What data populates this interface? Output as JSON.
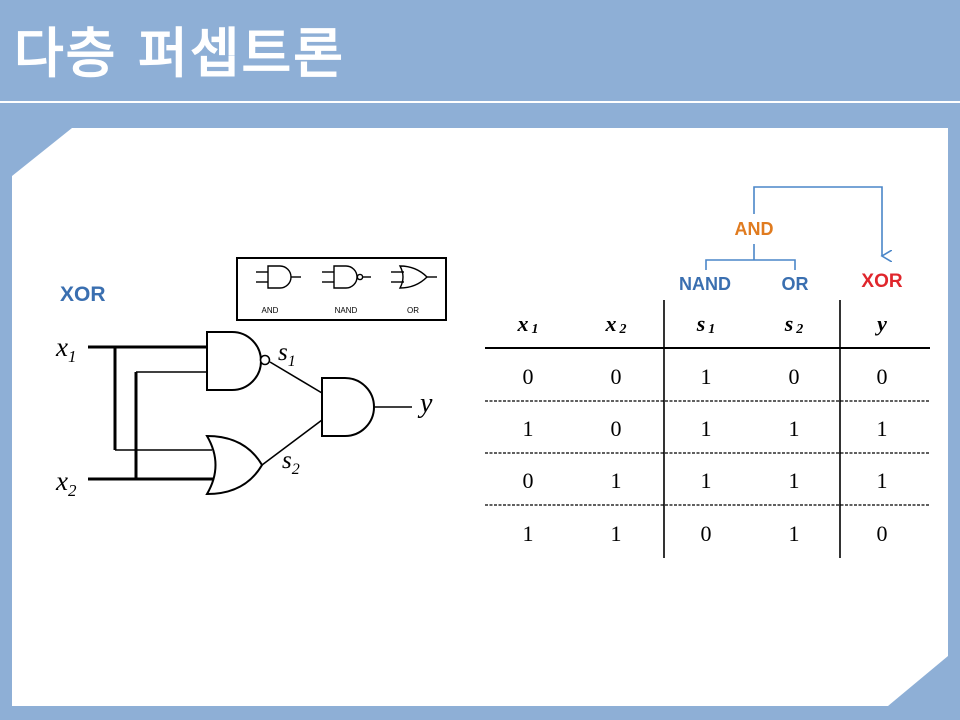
{
  "slide": {
    "title": "다층 퍼셉트론"
  },
  "circuit": {
    "label": "XOR",
    "input1": "x",
    "input1_sub": "1",
    "input2": "x",
    "input2_sub": "2",
    "mid1": "s",
    "mid1_sub": "1",
    "mid2": "s",
    "mid2_sub": "2",
    "output": "y"
  },
  "legend": {
    "items": [
      {
        "label": "AND",
        "icon": "and-gate-icon"
      },
      {
        "label": "NAND",
        "icon": "nand-gate-icon"
      },
      {
        "label": "OR",
        "icon": "or-gate-icon"
      }
    ]
  },
  "combo": {
    "and_label": "AND",
    "nand_label": "NAND",
    "or_label": "OR",
    "xor_label": "XOR",
    "colors": {
      "and": "#e07b1f",
      "nand_or": "#3a6fb0",
      "xor": "#e0262c",
      "arrow": "#4a86c8"
    }
  },
  "truth_table": {
    "headers": [
      {
        "main": "x",
        "sub": "1"
      },
      {
        "main": "x",
        "sub": "2"
      },
      {
        "main": "s",
        "sub": "1"
      },
      {
        "main": "s",
        "sub": "2"
      },
      {
        "main": "y",
        "sub": ""
      }
    ],
    "rows": [
      [
        "0",
        "0",
        "1",
        "0",
        "0"
      ],
      [
        "1",
        "0",
        "1",
        "1",
        "1"
      ],
      [
        "0",
        "1",
        "1",
        "1",
        "1"
      ],
      [
        "1",
        "1",
        "0",
        "1",
        "0"
      ]
    ]
  }
}
